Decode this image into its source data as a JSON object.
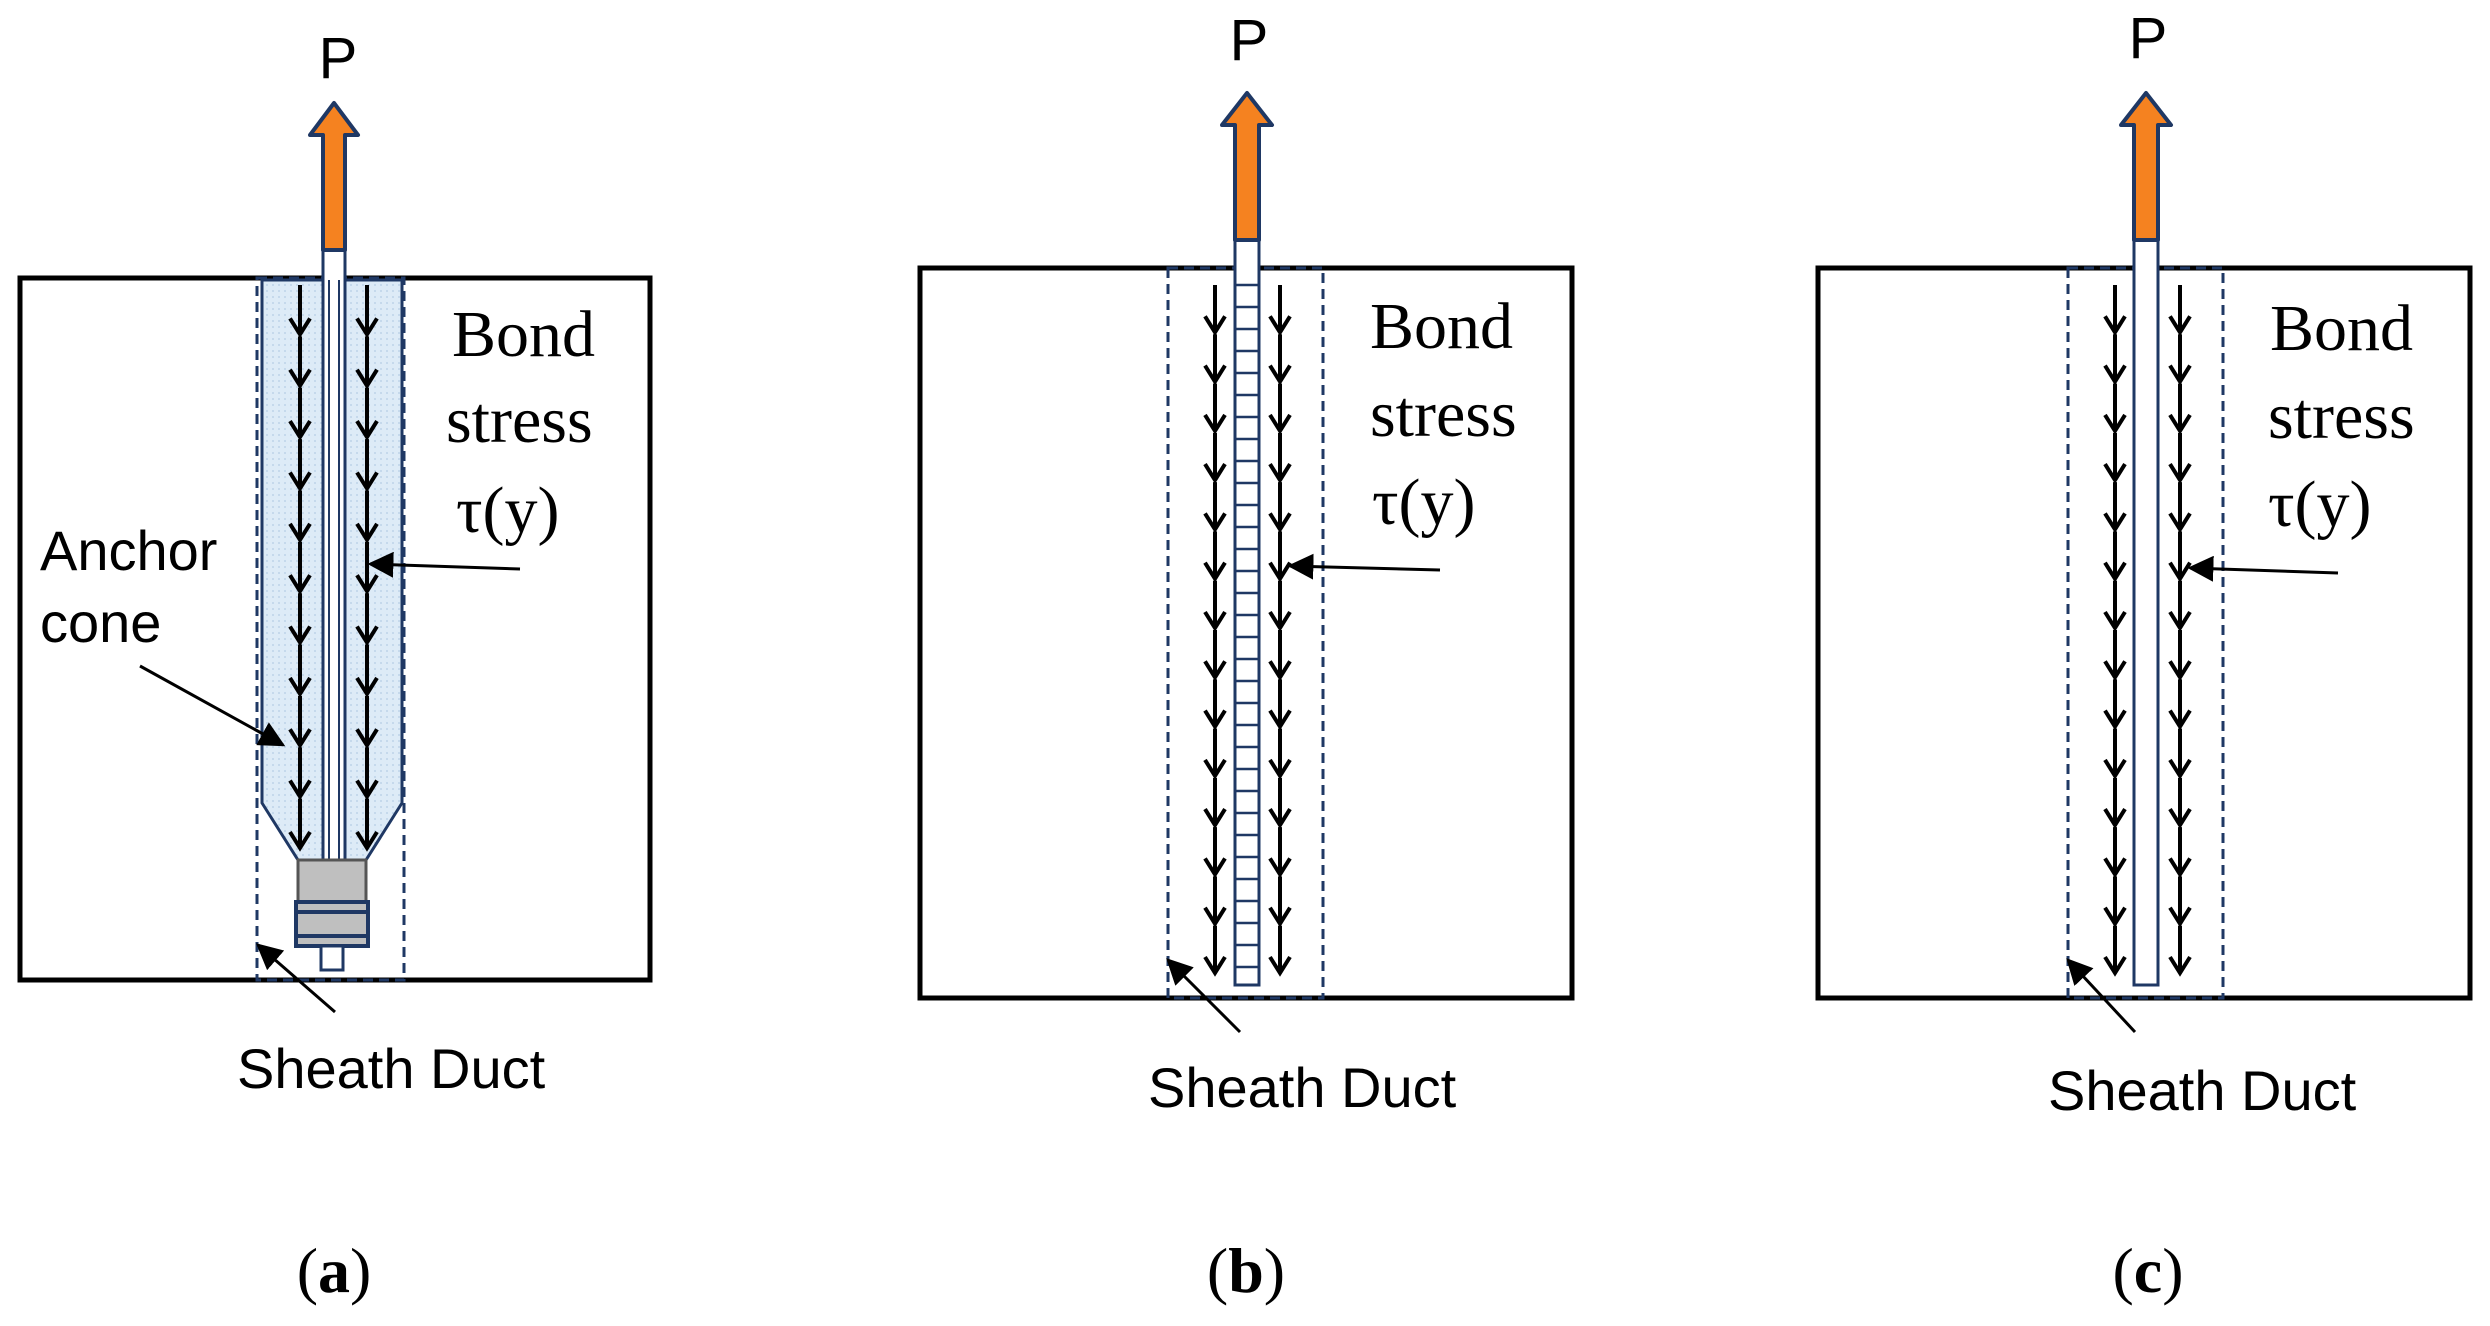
{
  "panels": [
    {
      "id": "a",
      "load_label": "P",
      "stress_label_line1": "Bond",
      "stress_label_line2": "stress",
      "stress_label_line3": "τ(y)",
      "cone_label_line1": "Anchor",
      "cone_label_line2": "cone",
      "duct_label": "Sheath Duct",
      "caption_open": "(",
      "caption_letter": "a",
      "caption_close": ")"
    },
    {
      "id": "b",
      "load_label": "P",
      "stress_label_line1": "Bond",
      "stress_label_line2": "stress",
      "stress_label_line3": "τ(y)",
      "duct_label": "Sheath Duct",
      "caption_open": "(",
      "caption_letter": "b",
      "caption_close": ")"
    },
    {
      "id": "c",
      "load_label": "P",
      "stress_label_line1": "Bond",
      "stress_label_line2": "stress",
      "stress_label_line3": "τ(y)",
      "duct_label": "Sheath Duct",
      "caption_open": "(",
      "caption_letter": "c",
      "caption_close": ")"
    }
  ],
  "colors": {
    "load_arrow_fill": "#F58220",
    "load_arrow_stroke": "#1F3864",
    "duct_stroke": "#1F3864",
    "cone_fill": "#DDEBF7",
    "anchor_fill": "#BFBFBF",
    "bar_stroke": "#1F3864"
  }
}
